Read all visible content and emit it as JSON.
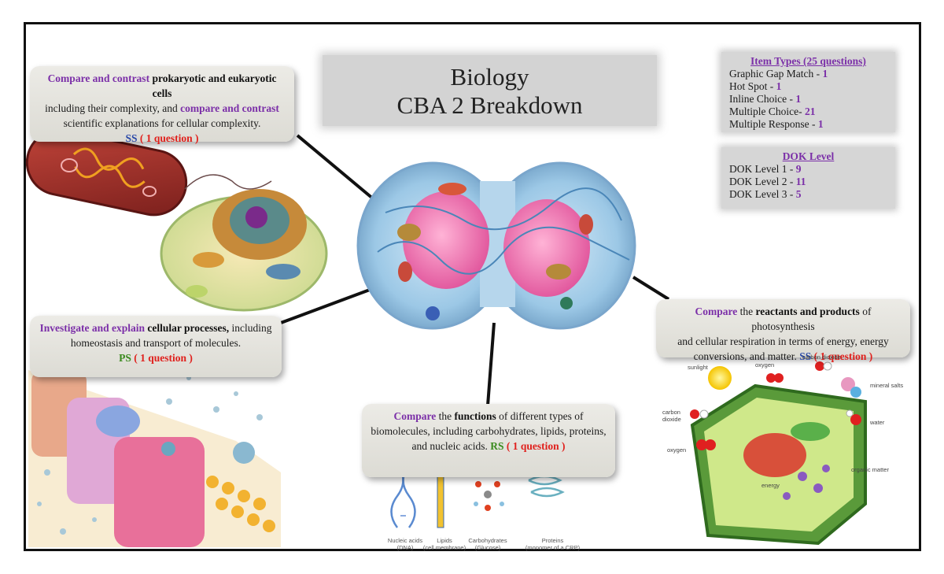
{
  "title": {
    "line1": "Biology",
    "line2": "CBA 2 Breakdown"
  },
  "item_types": {
    "header": "Item Types (25 questions)",
    "rows": [
      {
        "label": "Graphic Gap Match - ",
        "value": "1"
      },
      {
        "label": "Hot Spot - ",
        "value": "1"
      },
      {
        "label": "Inline Choice - ",
        "value": "1"
      },
      {
        "label": "Multiple Choice- ",
        "value": "21"
      },
      {
        "label": "Multiple Response - ",
        "value": "1"
      }
    ]
  },
  "dok": {
    "header": "DOK Level",
    "rows": [
      {
        "label": "DOK Level 1 - ",
        "value": "9"
      },
      {
        "label": "DOK Level 2 - ",
        "value": "11"
      },
      {
        "label": "DOK Level 3 - ",
        "value": "5"
      }
    ]
  },
  "cells_box": {
    "p1": "Compare and contrast",
    "p2": " prokaryotic and eukaryotic cells",
    "p3": "including their complexity, and ",
    "p4": "compare and contrast",
    "p5": "scientific explanations for cellular complexity.",
    "std": "SS",
    "q": " ( 1 question )"
  },
  "processes_box": {
    "p1": "Investigate and explain",
    "p2": " cellular processes,",
    "p3": " including",
    "p4": "homeostasis and transport of molecules.",
    "std": "PS",
    "q": " ( 1 question )"
  },
  "photo_box": {
    "p1": "Compare",
    "p2": " the ",
    "p3": "reactants and products",
    "p4": " of photosynthesis",
    "p5": "and cellular respiration in terms of energy, energy",
    "p6": "conversions, and matter.  ",
    "std": "SS",
    "q": " ( 1 question )"
  },
  "biomol_box": {
    "p1": "Compare",
    "p2": " the ",
    "p3": "functions",
    "p4": " of different types of",
    "p5": "biomolecules, including carbohydrates, lipids, proteins,",
    "p6": "and nucleic acids.  ",
    "std": "RS",
    "q": " ( 1 question )"
  },
  "biomol_labels": [
    {
      "name": "Nucleic acids",
      "sub": "(DNA)"
    },
    {
      "name": "Lipids",
      "sub": "(cell membrane)"
    },
    {
      "name": "Carbohydrates",
      "sub": "(Glucose)"
    },
    {
      "name": "Proteins",
      "sub": "(monomer of a CRP)"
    }
  ],
  "plant_labels": {
    "sunlight": "sunlight",
    "oxygen_top": "oxygen",
    "carbon_dioxide_top": "carbon dioxide",
    "mineral_salts": "mineral salts",
    "carbon_dioxide_left_1": "carbon",
    "carbon_dioxide_left_2": "dioxide",
    "water": "water",
    "oxygen_left": "oxygen",
    "organic_matter": "organic matter",
    "energy": "energy"
  }
}
